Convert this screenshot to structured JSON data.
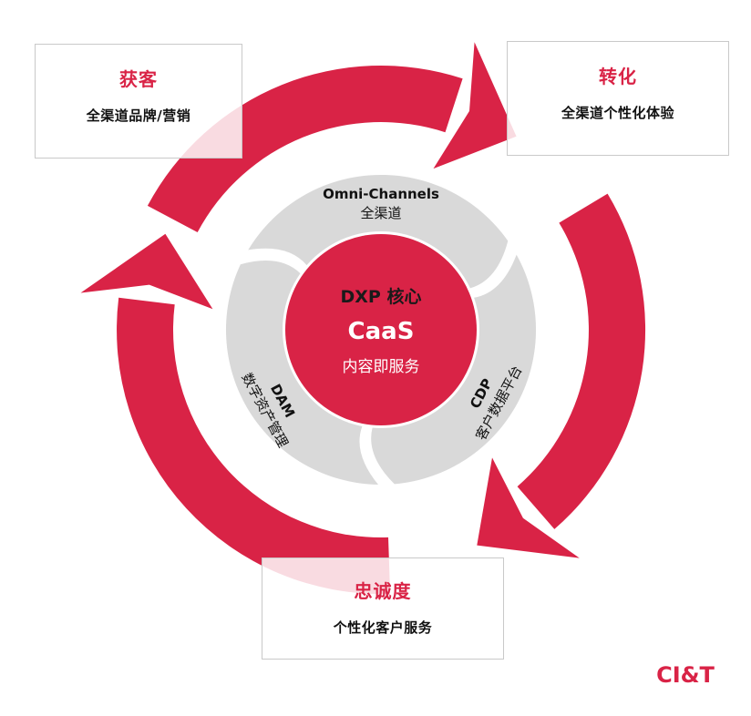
{
  "colors": {
    "accent": "#d92346",
    "segment": "#d9d9d9",
    "box_border": "#c9c9c9",
    "text_dark": "#111111"
  },
  "stages": {
    "acquire": {
      "title": "获客",
      "subtitle": "全渠道品牌/营销"
    },
    "convert": {
      "title": "转化",
      "subtitle": "全渠道个性化体验"
    },
    "loyalty": {
      "title": "忠诚度",
      "subtitle": "个性化客户服务"
    }
  },
  "segments": {
    "omni": {
      "title": "Omni-Channels",
      "subtitle": "全渠道"
    },
    "dam": {
      "title": "DAM",
      "subtitle": "数字资产管理"
    },
    "cdp": {
      "title": "CDP",
      "subtitle": "客户数据平台"
    }
  },
  "core": {
    "line1": "DXP 核心",
    "line2": "CaaS",
    "line3": "内容即服务"
  },
  "logo": {
    "text": "CI&T"
  }
}
